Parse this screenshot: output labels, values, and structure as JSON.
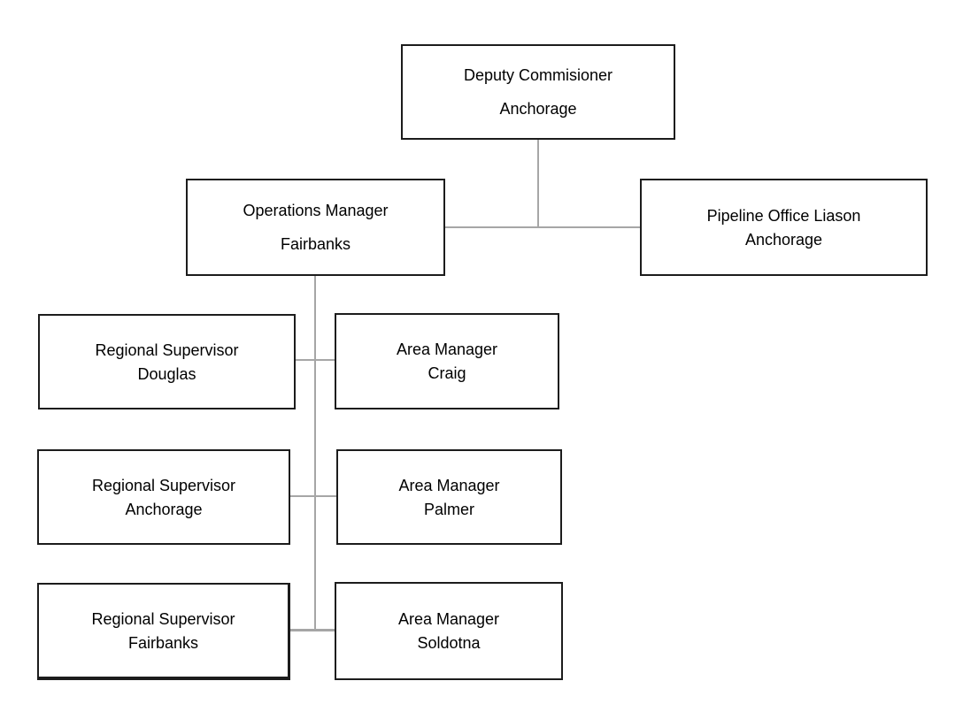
{
  "page": {
    "background": "#ffffff"
  },
  "diagram": {
    "type": "org-chart",
    "connector_color": "#a6a6a6",
    "box_border_color": "#1c1c1c",
    "box_fill_color": "#ffffff",
    "text_color": "#000000",
    "nodes": [
      {
        "id": "deputy-commisioner",
        "line1": "Deputy Commisioner",
        "line2": "Anchorage"
      },
      {
        "id": "operations-manager",
        "line1": "Operations Manager",
        "line2": "Fairbanks"
      },
      {
        "id": "pipeline-office-liason",
        "line1": "Pipeline Office Liason",
        "line2": "Anchorage"
      },
      {
        "id": "regional-supervisor-douglas",
        "line1": "Regional Supervisor",
        "line2": "Douglas"
      },
      {
        "id": "area-manager-craig",
        "line1": "Area Manager",
        "line2": "Craig"
      },
      {
        "id": "regional-supervisor-anchorage",
        "line1": "Regional Supervisor",
        "line2": "Anchorage"
      },
      {
        "id": "area-manager-palmer",
        "line1": "Area Manager",
        "line2": "Palmer"
      },
      {
        "id": "regional-supervisor-fairbanks",
        "line1": "Regional Supervisor",
        "line2": "Fairbanks"
      },
      {
        "id": "area-manager-soldotna",
        "line1": "Area Manager",
        "line2": "Soldotna"
      }
    ],
    "edges": [
      {
        "from": "deputy-commisioner",
        "to": "operations-manager"
      },
      {
        "from": "deputy-commisioner",
        "to": "pipeline-office-liason"
      },
      {
        "from": "operations-manager",
        "to": "regional-supervisor-douglas"
      },
      {
        "from": "operations-manager",
        "to": "area-manager-craig"
      },
      {
        "from": "operations-manager",
        "to": "regional-supervisor-anchorage"
      },
      {
        "from": "operations-manager",
        "to": "area-manager-palmer"
      },
      {
        "from": "operations-manager",
        "to": "regional-supervisor-fairbanks"
      },
      {
        "from": "operations-manager",
        "to": "area-manager-soldotna"
      }
    ]
  }
}
